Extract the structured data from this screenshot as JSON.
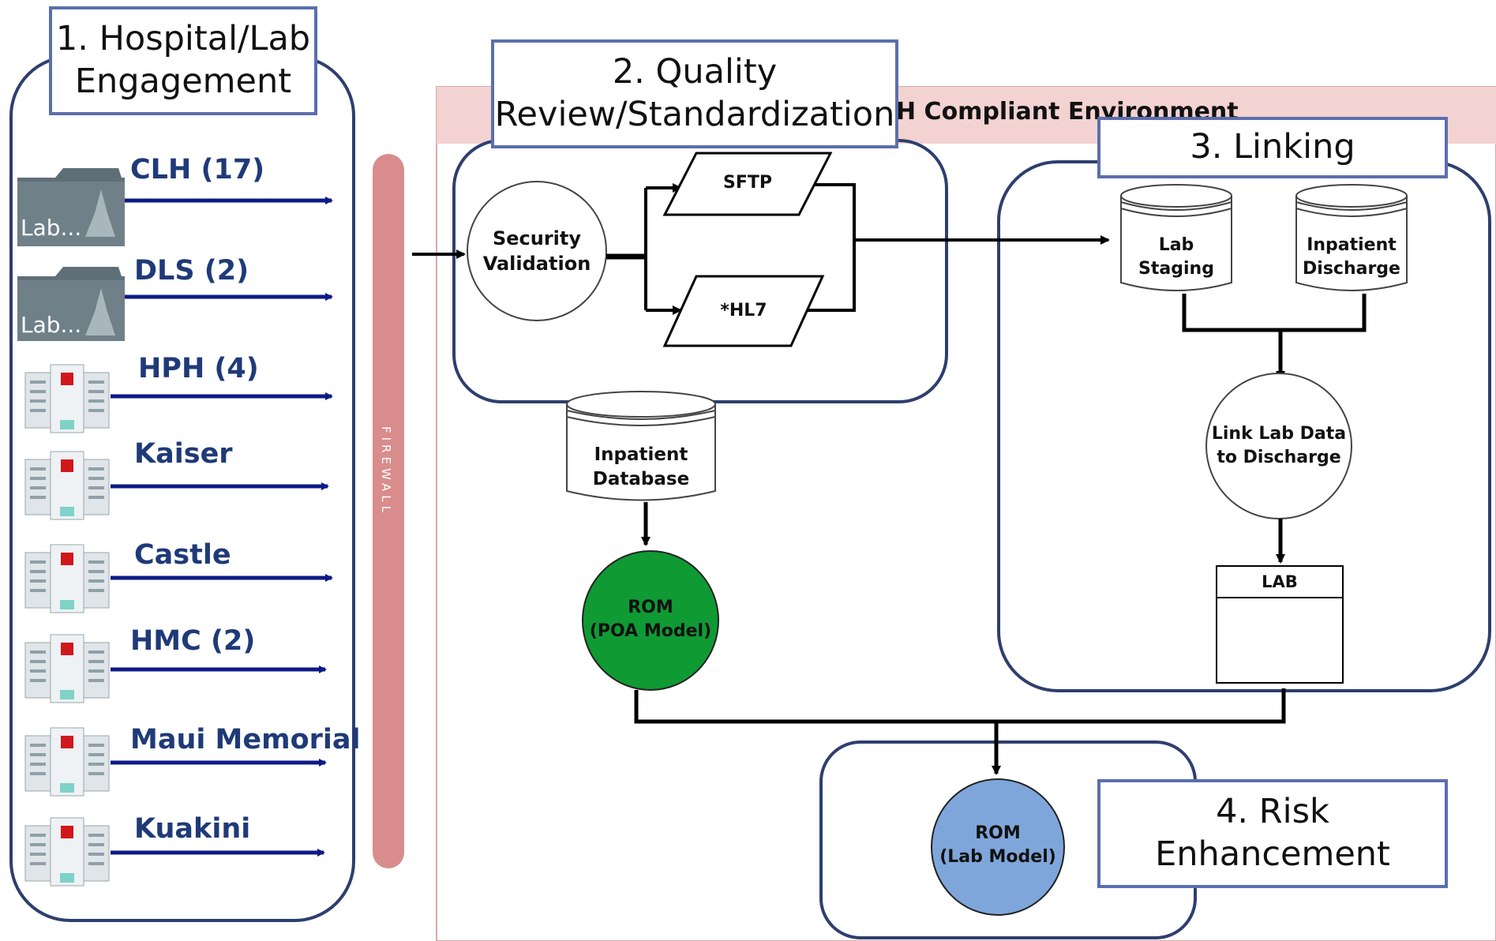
{
  "stage_labels": {
    "engagement": "1. Hospital/Lab\nEngagement",
    "quality": "2. Quality\nReview/Standardization",
    "linking": "3. Linking",
    "risk": "4. Risk\nEnhancement"
  },
  "sources": [
    {
      "label": "CLH (17)",
      "icon": "lab-folder-icon",
      "icon_text": "Lab..."
    },
    {
      "label": "DLS (2)",
      "icon": "lab-folder-icon",
      "icon_text": "Lab..."
    },
    {
      "label": "HPH (4)",
      "icon": "hospital-icon"
    },
    {
      "label": "Kaiser",
      "icon": "hospital-icon"
    },
    {
      "label": "Castle",
      "icon": "hospital-icon"
    },
    {
      "label": "HMC (2)",
      "icon": "hospital-icon"
    },
    {
      "label": "Maui Memorial",
      "icon": "hospital-icon"
    },
    {
      "label": "Kuakini",
      "icon": "hospital-icon"
    }
  ],
  "firewall": "FIREWALL",
  "environment_title": "H Compliant Environment",
  "nodes": {
    "security_validation": "Security\nValidation",
    "sftp": "SFTP",
    "hl7": "*HL7",
    "inpatient_database": "Inpatient\nDatabase",
    "rom_poa": "ROM\n(POA Model)",
    "lab_staging": "Lab Staging",
    "inpatient_discharge": "Inpatient\nDischarge",
    "link_lab_data": "Link Lab Data\nto Discharge",
    "lab_table": "LAB",
    "rom_lab": "ROM\n(Lab Model)"
  },
  "colors": {
    "stage_border": "#5b6fad",
    "rounded_group_border": "#2e3f6e",
    "arrow_blue": "#0d1a86",
    "firewall": "#d98c8c",
    "env_header": "#f3d2d2",
    "rom_poa_fill": "#0f9a34",
    "rom_lab_fill": "#7fa6db"
  }
}
